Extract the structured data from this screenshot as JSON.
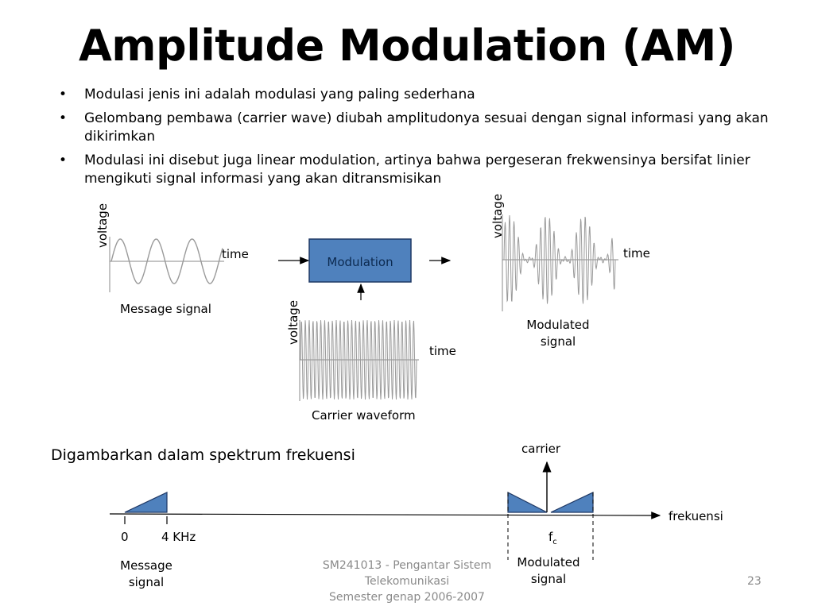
{
  "title": "Amplitude Modulation (AM)",
  "bullets": [
    "Modulasi jenis ini adalah modulasi yang paling sederhana",
    "Gelombang pembawa (carrier wave) diubah amplitudonya sesuai dengan signal  informasi yang akan dikirimkan",
    "Modulasi ini disebut juga linear modulation, artinya bahwa pergeseran frekwensinya bersifat linier mengikuti signal informasi yang akan ditransmisikan"
  ],
  "bullet_symbol": "•",
  "diagram": {
    "voltage_label": "voltage",
    "time_label": "time",
    "message_caption": "Message signal",
    "modulation_box": "Modulation",
    "carrier_caption": "Carrier waveform",
    "modulated_caption_line1": "Modulated",
    "modulated_caption_line2": "signal"
  },
  "spectrum": {
    "title": "Digambarkan dalam spektrum frekuensi",
    "carrier_label": "carrier",
    "axis_label": "frekuensi",
    "tick_zero": "0",
    "tick_4khz": "4 KHz",
    "fc_main": "f",
    "fc_sub": "c",
    "message_line1": "Message",
    "message_line2": "signal",
    "modulated_line1": "Modulated",
    "modulated_line2": "signal"
  },
  "footer": {
    "line1": "SM241013 - Pengantar Sistem",
    "line2": "Telekomunikasi",
    "line3": "Semester genap 2006-2007"
  },
  "page_number": "23",
  "colors": {
    "block_fill": "#4f81bd",
    "block_stroke": "#1f3864",
    "wave": "#9a9a9a",
    "axis": "#8a8a8a"
  }
}
